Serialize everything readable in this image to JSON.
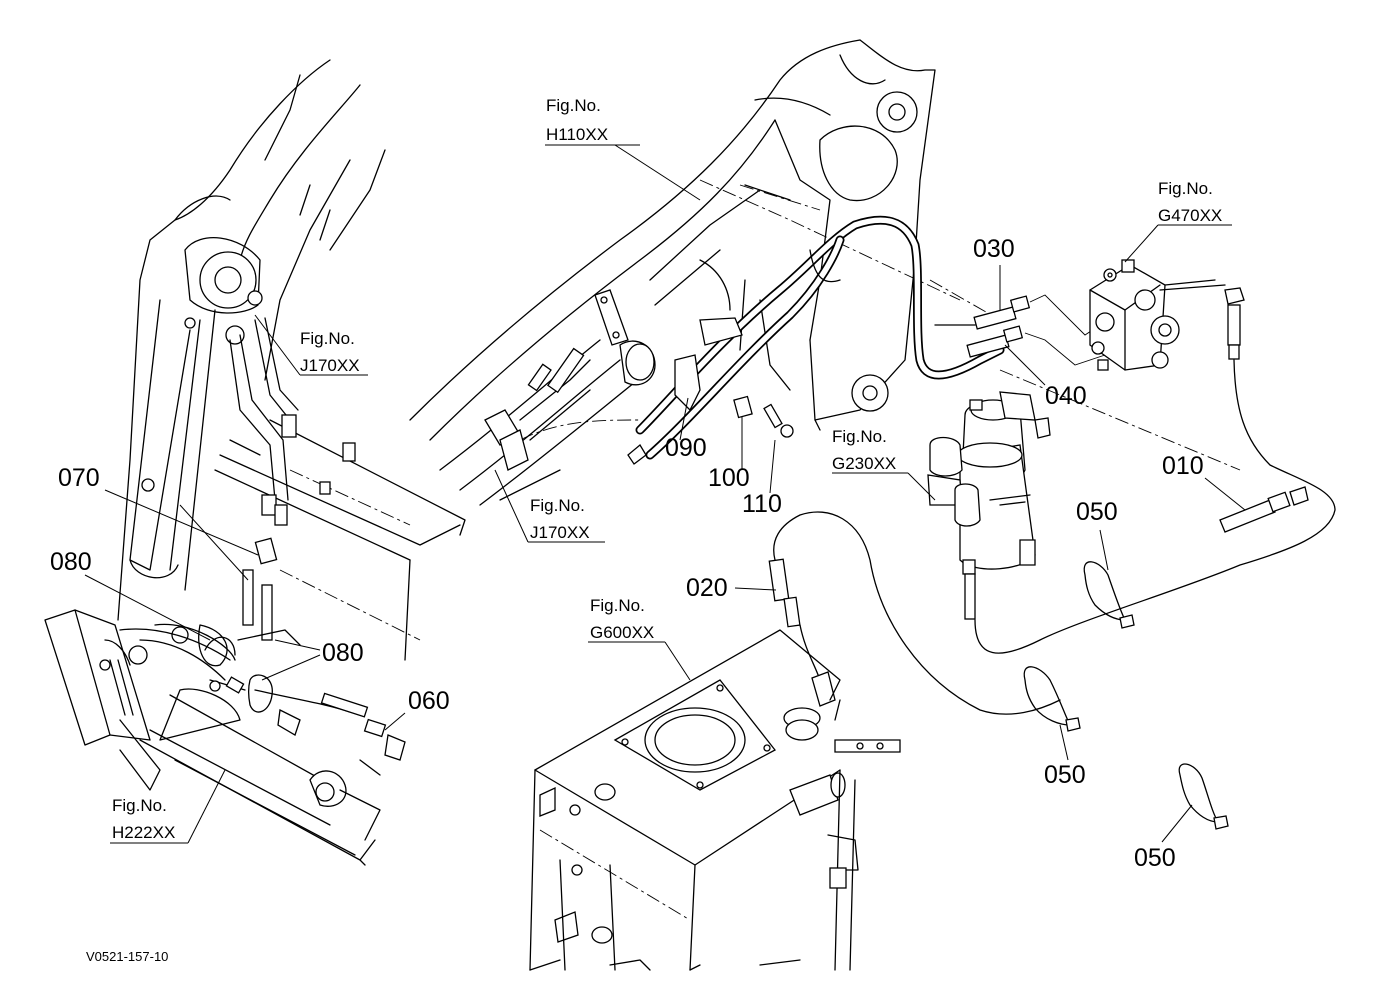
{
  "parts": {
    "p010": "010",
    "p020": "020",
    "p030": "030",
    "p040": "040",
    "p050a": "050",
    "p050b": "050",
    "p050c": "050",
    "p060": "060",
    "p070": "070",
    "p080a": "080",
    "p080b": "080",
    "p090": "090",
    "p100": "100",
    "p110": "110"
  },
  "refs": {
    "label": "Fig.No.",
    "h110": "H110XX",
    "j170a": "J170XX",
    "j170b": "J170XX",
    "g470": "G470XX",
    "g230": "G230XX",
    "g600": "G600XX",
    "h222": "H222XX"
  },
  "drawing_code": "V0521-157-10"
}
